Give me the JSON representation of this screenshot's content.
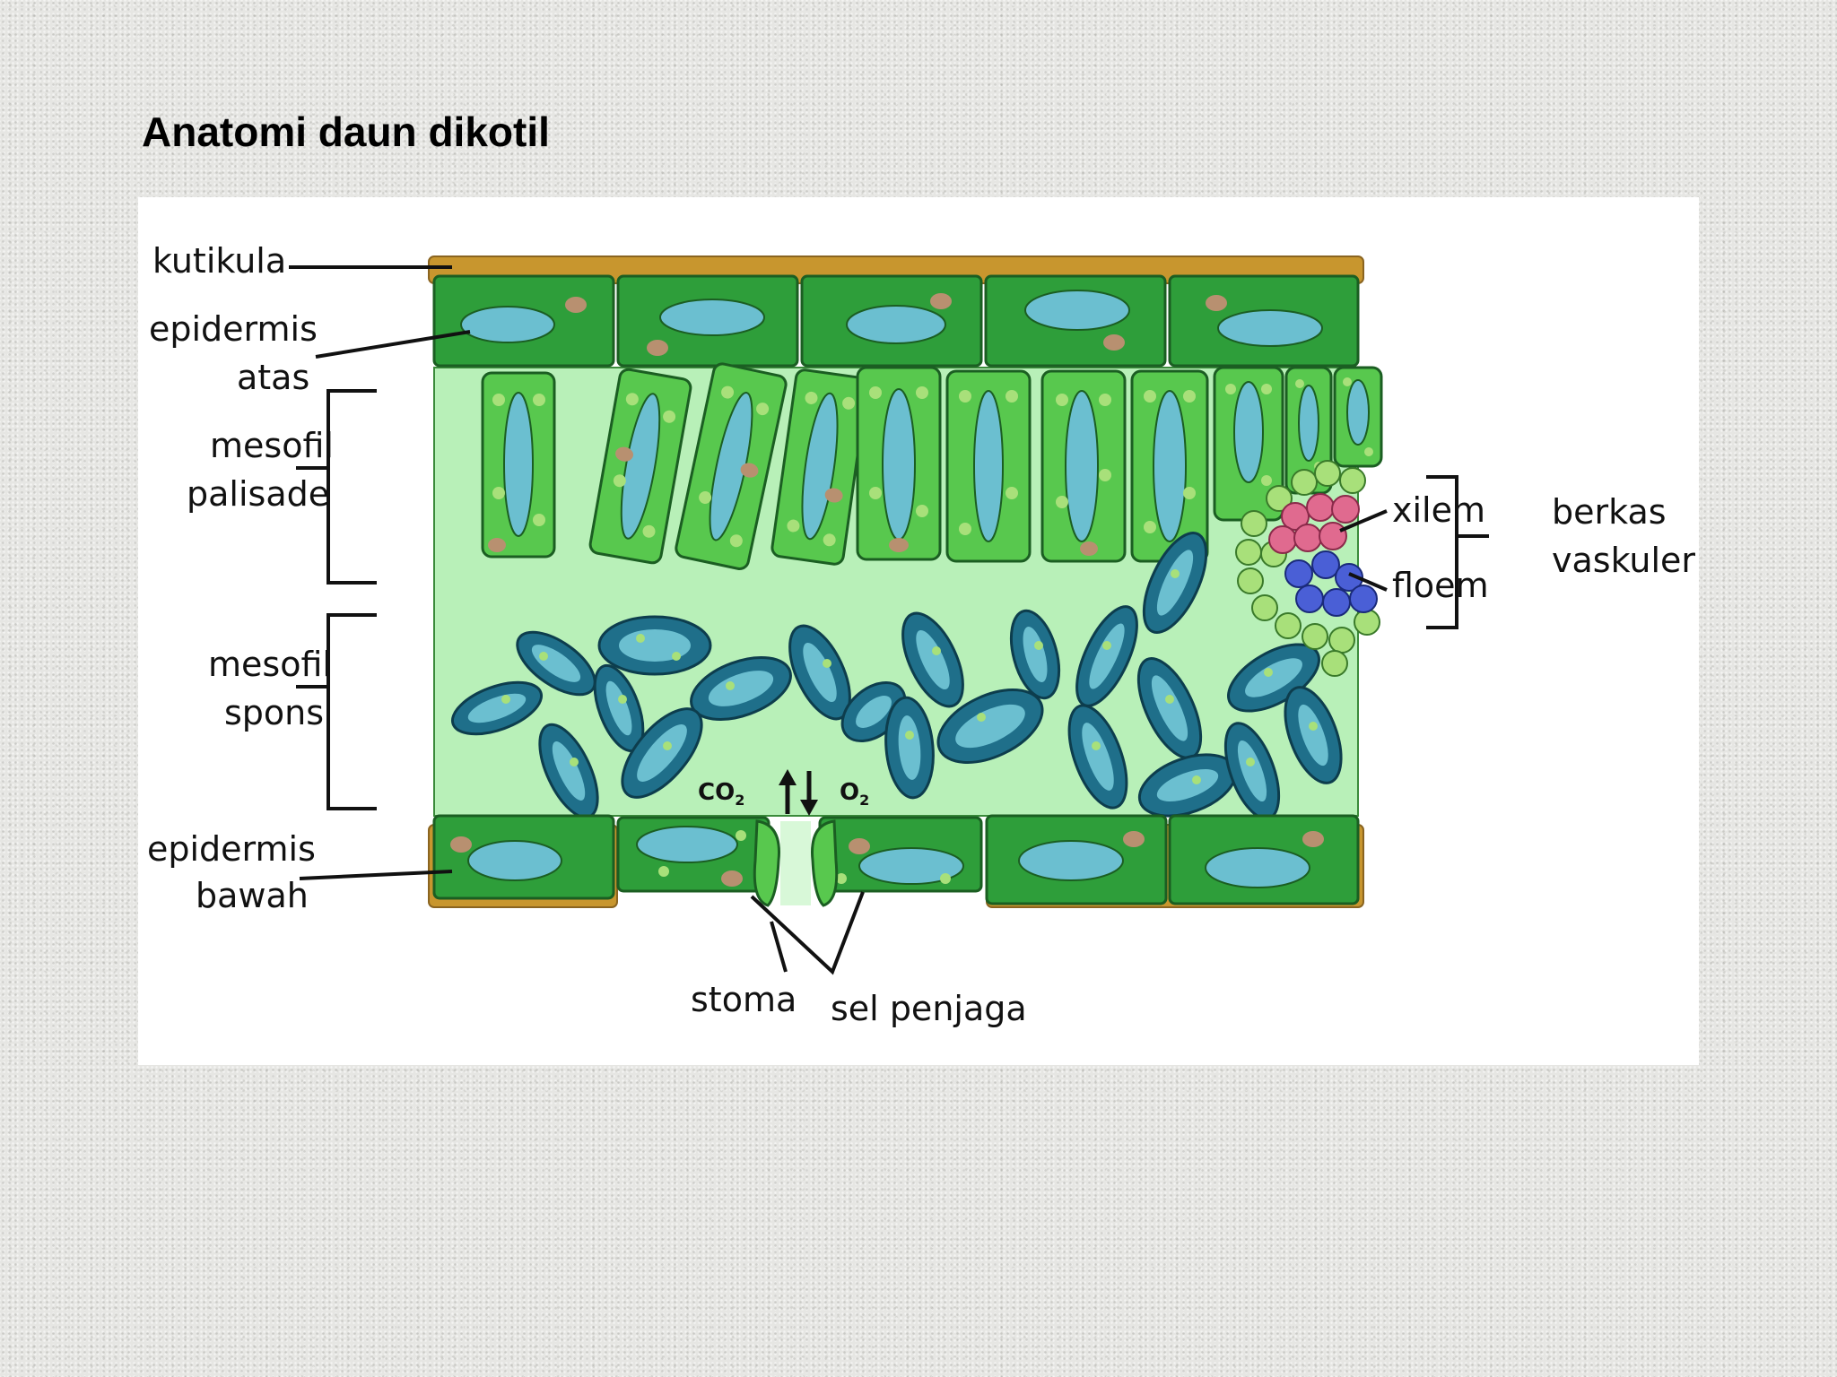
{
  "title": "Anatomi daun dikotil",
  "colors": {
    "cuticle": "#c8962e",
    "epidermis": "#2e9e3a",
    "palisade": "#58c84e",
    "mesophyll_bg": "#b8f0b8",
    "spongy_cell": "#1f6f8a",
    "vacuole": "#6bbfd0",
    "xylem": "#e06a8f",
    "phloem": "#4a5fd6",
    "bundle_sheath": "#a8e07a"
  },
  "diagram": {
    "labels": {
      "kutikula": "kutikula",
      "epidermis_atas_1": "epidermis",
      "epidermis_atas_2": "atas",
      "mesofil_palisade_1": "mesofil",
      "mesofil_palisade_2": "palisade",
      "mesofil_spons_1": "mesofil",
      "mesofil_spons_2": "spons",
      "epidermis_bawah_1": "epidermis",
      "epidermis_bawah_2": "bawah",
      "stoma": "stoma",
      "sel_penjaga": "sel penjaga",
      "xilem": "xilem",
      "floem": "floem",
      "berkas_vaskuler_1": "berkas",
      "berkas_vaskuler_2": "vaskuler",
      "co2": "CO",
      "co2_sub": "2",
      "o2": "O",
      "o2_sub": "2"
    }
  }
}
